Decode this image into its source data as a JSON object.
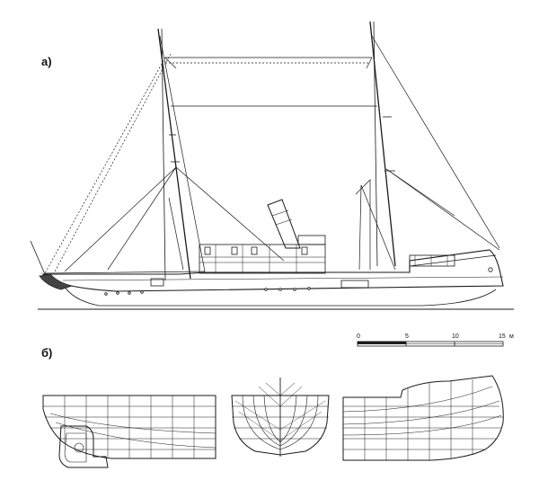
{
  "labels": {
    "profile_view": "а)",
    "lines_plan": "б)"
  },
  "scale_bar": {
    "ticks": [
      "0",
      "5",
      "10",
      "15"
    ],
    "unit": "м"
  }
}
